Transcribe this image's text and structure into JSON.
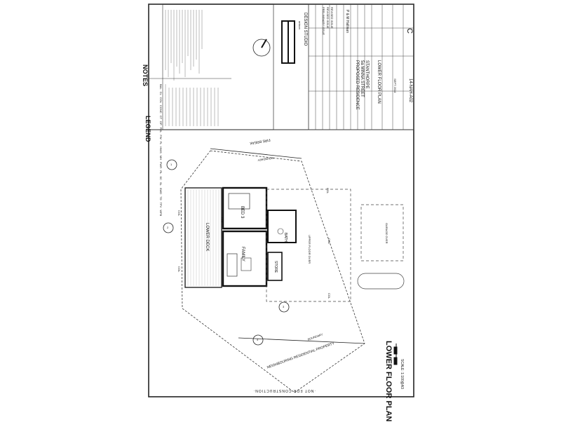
{
  "sheet": {
    "title": "LOWER FLOOR PLAN",
    "scale": "SCALE: 1:100@A3",
    "banner": "·NOT FOR CONSTRUCTION·"
  },
  "title_block": {
    "studio": "DESIGN STUDIO",
    "studio_logo": "unison",
    "project_lines": [
      "PROPOSED RESIDENCE",
      "5a MINNA STREET",
      "STANTHORPE"
    ],
    "drawing_name": "LOWER FLOOR PLAN",
    "drawing_number": "14-NAH-A02",
    "revision": "C",
    "revisions": [
      "PRELIMINARY ISSUE",
      "REVISED ISSUE",
      "REVISED ISSUE"
    ],
    "client": "P & M Hallinan",
    "date": "SEPT 2014"
  },
  "panels": {
    "notes_heading": "NOTES",
    "legend_heading": "LEGEND",
    "legend_codes": [
      "BAL",
      "CL",
      "COL",
      "CONC",
      "CT",
      "DP",
      "FGL",
      "FW",
      "FL",
      "HWS",
      "MH",
      "PWR",
      "RL",
      "SC",
      "SL",
      "SWD",
      "TD",
      "TPV",
      "WFB"
    ]
  },
  "rooms": {
    "bed": "BED 3",
    "family": "FAMILY",
    "lower_deck": "LOWER DECK",
    "bath": "BATH",
    "store": "STORE",
    "upper_over": "UPPER FLOOR OVER",
    "garage_over": "GARAGE OVER"
  },
  "site": {
    "fire_break": "FIRE BREAK",
    "neighbour": "NEIGHBOURING RESIDENTIAL PROPERTY",
    "boundary": "BOUNDARY",
    "column_tag": "COL",
    "section_marks": [
      "1",
      "2",
      "3",
      "4"
    ]
  }
}
